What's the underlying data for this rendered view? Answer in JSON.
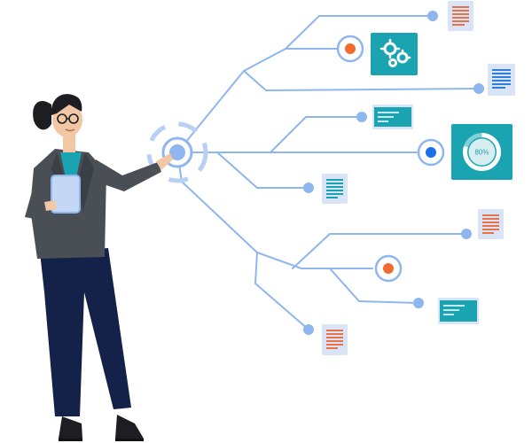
{
  "illustration": {
    "subject": "woman-pointing-at-branching-tree",
    "gauge": {
      "label": "80%",
      "value": 0.8
    },
    "colors": {
      "line": "#8fb6ee",
      "node_blue": "#1c6fe6",
      "node_orange": "#f26a2e",
      "teal": "#1aa3b0",
      "doc_orange": "#e8734a",
      "doc_blue": "#2e7fdb",
      "suit": "#4a4f55",
      "trousers": "#14224a"
    },
    "icons": [
      "document-icon",
      "gears-icon",
      "chart-gauge-icon",
      "code-window-icon",
      "target-node-icon"
    ]
  }
}
